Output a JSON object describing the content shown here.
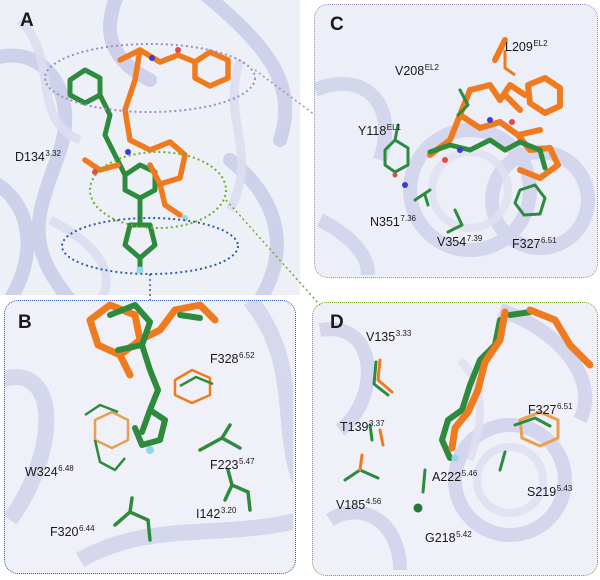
{
  "colors": {
    "ligand_orange": "#f07a1e",
    "ligand_green": "#2e8b3e",
    "ribbon": "#c9cce8",
    "frame_purple": "#9b8cc4",
    "frame_blue": "#2f5ea8",
    "frame_green": "#6fae2b",
    "oxygen": "#e24a4a",
    "nitrogen": "#3b3bd6",
    "fluorine": "#8fd8e8",
    "sulfur": "#e6e04a"
  },
  "panels": {
    "A": {
      "letter": "A",
      "labels": [
        {
          "id": "d134",
          "name": "D134",
          "sup": "3.32"
        }
      ]
    },
    "B": {
      "letter": "B",
      "labels": [
        {
          "id": "f328",
          "name": "F328",
          "sup": "6.52"
        },
        {
          "id": "w324",
          "name": "W324",
          "sup": "6.48"
        },
        {
          "id": "f223",
          "name": "F223",
          "sup": "5.47"
        },
        {
          "id": "i142",
          "name": "I142",
          "sup": "3.20"
        },
        {
          "id": "f320",
          "name": "F320",
          "sup": "6.44"
        }
      ]
    },
    "C": {
      "letter": "C",
      "labels": [
        {
          "id": "l209",
          "name": "L209",
          "sup": "EL2"
        },
        {
          "id": "v208",
          "name": "V208",
          "sup": "EL2"
        },
        {
          "id": "y118",
          "name": "Y118",
          "sup": "EL1"
        },
        {
          "id": "n351",
          "name": "N351",
          "sup": "7.36"
        },
        {
          "id": "v354",
          "name": "V354",
          "sup": "7.39"
        },
        {
          "id": "f327c",
          "name": "F327",
          "sup": "6.51"
        }
      ]
    },
    "D": {
      "letter": "D",
      "labels": [
        {
          "id": "v135",
          "name": "V135",
          "sup": "3.33"
        },
        {
          "id": "t139",
          "name": "T139",
          "sup": "3.37"
        },
        {
          "id": "f327d",
          "name": "F327",
          "sup": "6.51"
        },
        {
          "id": "a222",
          "name": "A222",
          "sup": "5.46"
        },
        {
          "id": "s219",
          "name": "S219",
          "sup": "5.43"
        },
        {
          "id": "v185",
          "name": "V185",
          "sup": "4.56"
        },
        {
          "id": "g218",
          "name": "G218",
          "sup": "5.42"
        }
      ]
    }
  }
}
